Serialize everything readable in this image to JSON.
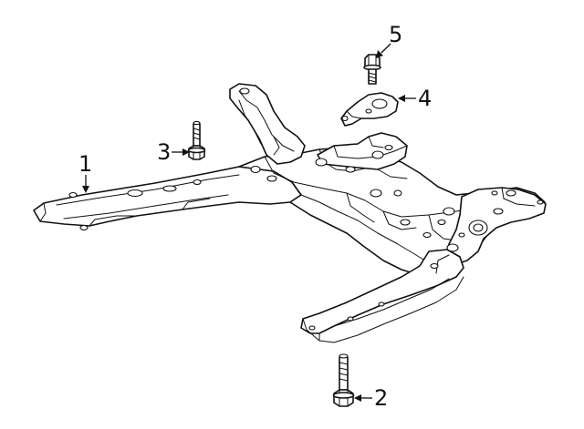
{
  "diagram": {
    "callouts": [
      {
        "id": "1",
        "label": "1"
      },
      {
        "id": "2",
        "label": "2"
      },
      {
        "id": "3",
        "label": "3"
      },
      {
        "id": "4",
        "label": "4"
      },
      {
        "id": "5",
        "label": "5"
      }
    ],
    "colors": {
      "line": "#111111",
      "background": "#ffffff"
    }
  }
}
